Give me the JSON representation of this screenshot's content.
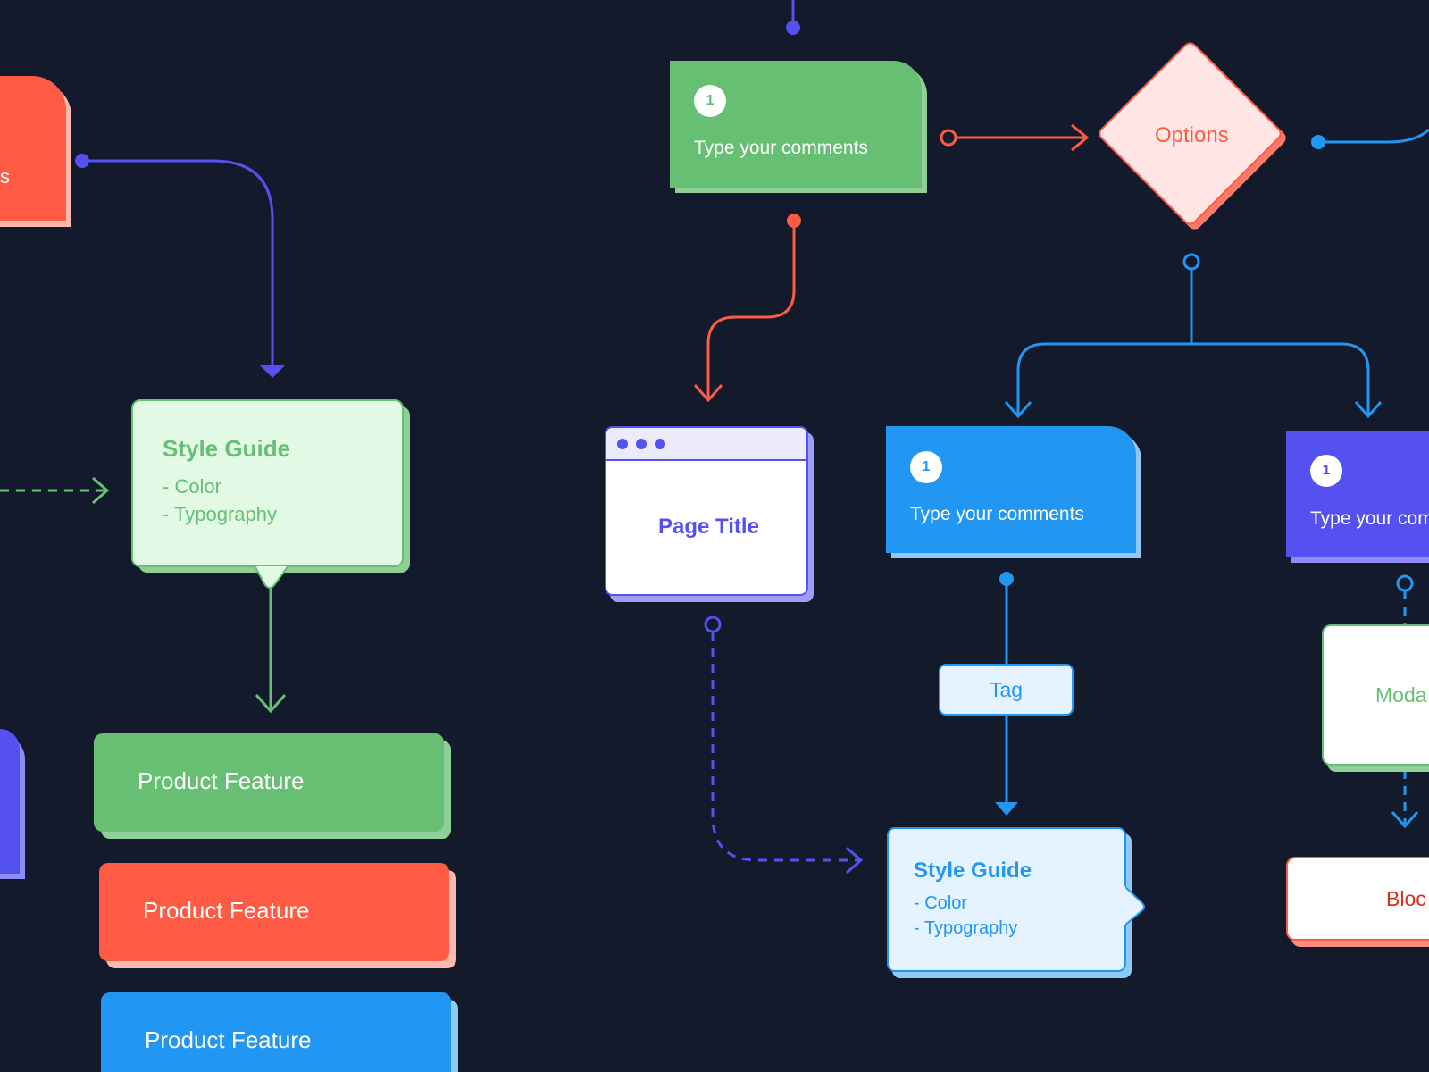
{
  "colors": {
    "background": "#131a2c",
    "green": "#66bf73",
    "green_light": "#e2f9e6",
    "red": "#ff5a43",
    "red_light": "#ffe6e4",
    "blue": "#2196f3",
    "blue_light": "#e4f3ff",
    "indigo": "#5551f0",
    "indigo_light": "#eceafc",
    "white": "#ffffff"
  },
  "left_red_card": {
    "label": "s"
  },
  "style_guide_green": {
    "title": "Style Guide",
    "line1": "- Color",
    "line2": "- Typography"
  },
  "product_features": [
    {
      "label": "Product Feature",
      "color": "green"
    },
    {
      "label": "Product Feature",
      "color": "red"
    },
    {
      "label": "Product Feature",
      "color": "blue"
    }
  ],
  "comment_card_green": {
    "number": "1",
    "text": "Type your comments"
  },
  "decision": {
    "label": "Options"
  },
  "browser_window": {
    "title": "Page Title"
  },
  "comment_card_blue": {
    "number": "1",
    "text": "Type your comments"
  },
  "comment_card_indigo": {
    "number": "1",
    "text": "Type your com"
  },
  "tag": {
    "label": "Tag"
  },
  "style_guide_blue": {
    "title": "Style Guide",
    "line1": "- Color",
    "line2": "- Typography"
  },
  "modal_card": {
    "label": "Moda"
  },
  "block_card": {
    "label": "Bloc"
  }
}
